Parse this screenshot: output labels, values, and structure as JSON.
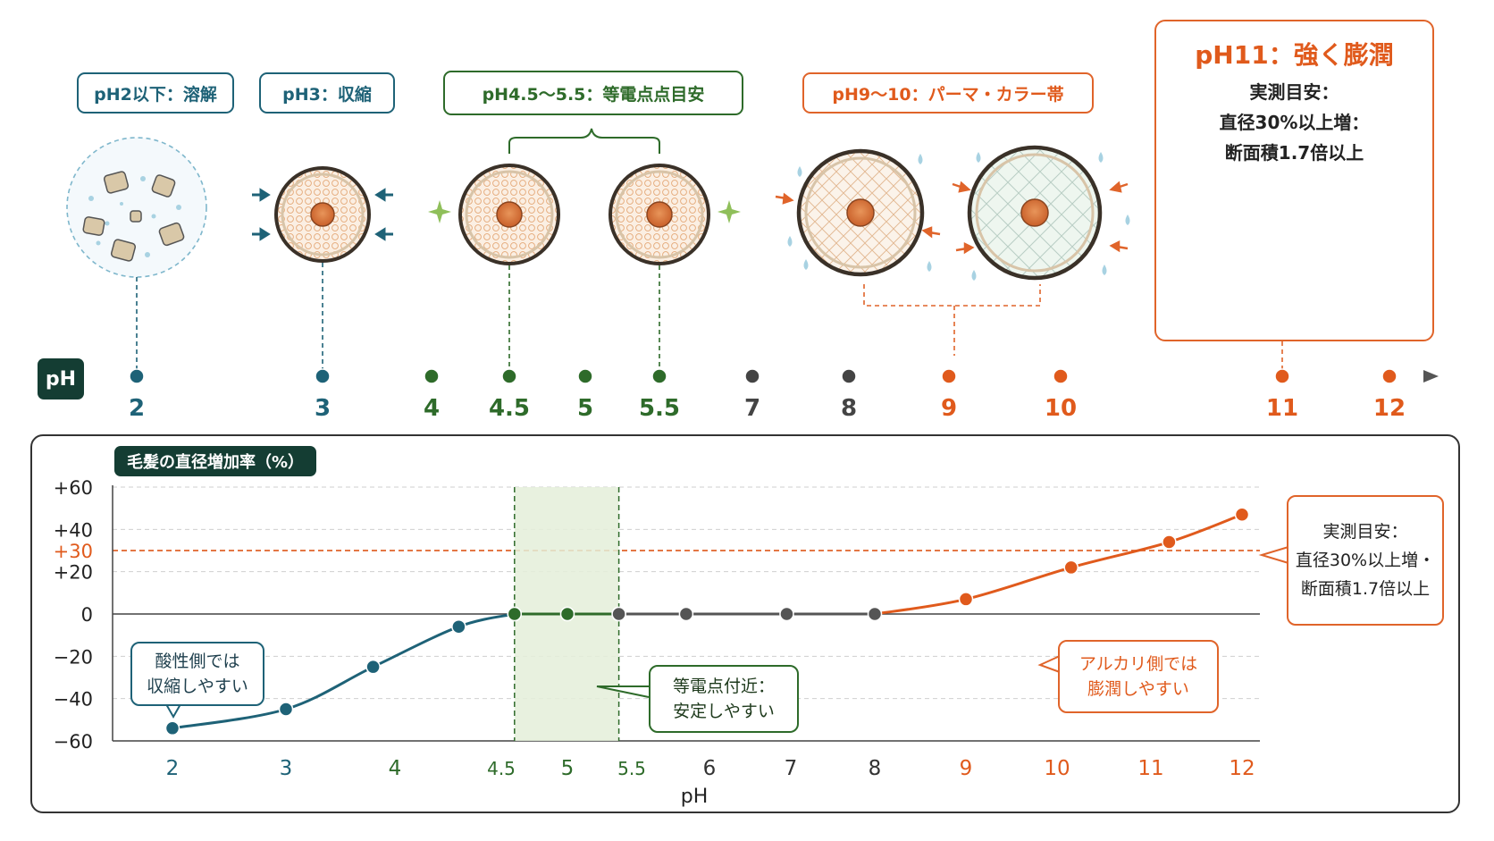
{
  "labels": {
    "ph2": "pH2以下：溶解",
    "ph3": "pH3：収縮",
    "ph45_55": "pH4.5～5.5：等電点点目安",
    "ph9_10": "pH9～10：パーマ・カラー帯"
  },
  "ph11_box": {
    "title": "pH11：強く膨潤",
    "lines": [
      "実測目安：",
      "直径30%以上増：",
      "断面積1.7倍以上"
    ]
  },
  "ph_axis": {
    "badge": "pH",
    "ticks": [
      {
        "label": "2",
        "color": "#1e6277"
      },
      {
        "label": "3",
        "color": "#1e6277"
      },
      {
        "label": "4",
        "color": "#2e6b2a"
      },
      {
        "label": "4.5",
        "color": "#2e6b2a"
      },
      {
        "label": "5",
        "color": "#2e6b2a"
      },
      {
        "label": "5.5",
        "color": "#2e6b2a"
      },
      {
        "label": "7",
        "color": "#444444"
      },
      {
        "label": "8",
        "color": "#444444"
      },
      {
        "label": "9",
        "color": "#e05a1c"
      },
      {
        "label": "10",
        "color": "#e05a1c"
      },
      {
        "label": "11",
        "color": "#e05a1c"
      },
      {
        "label": "12",
        "color": "#e05a1c"
      }
    ]
  },
  "chart_data": {
    "type": "line",
    "title": "毛髪の直径増加率（%）",
    "xlabel": "pH",
    "ylabel": "",
    "ylim": [
      -60,
      60
    ],
    "y_ticks": [
      "+60",
      "+40",
      "+30",
      "+20",
      "0",
      "−20",
      "−40",
      "−60"
    ],
    "x_ticks": [
      "2",
      "3",
      "4",
      "4.5",
      "5",
      "5.5",
      "6",
      "7",
      "8",
      "9",
      "10",
      "11",
      "12"
    ],
    "series": [
      {
        "color": "#1e6277",
        "points": [
          {
            "x": 2,
            "y": -54
          },
          {
            "x": 3,
            "y": -45
          },
          {
            "x": 3.8,
            "y": -25
          },
          {
            "x": 4.3,
            "y": -6
          },
          {
            "x": 4.6,
            "y": 0
          }
        ]
      },
      {
        "color": "#2e6b2a",
        "points": [
          {
            "x": 4.6,
            "y": 0
          },
          {
            "x": 5,
            "y": 0
          },
          {
            "x": 5.4,
            "y": 0
          }
        ]
      },
      {
        "color": "#555555",
        "points": [
          {
            "x": 5.4,
            "y": 0
          },
          {
            "x": 5.85,
            "y": 0
          },
          {
            "x": 6.95,
            "y": 0
          },
          {
            "x": 8,
            "y": 0
          }
        ]
      },
      {
        "color": "#e05a1c",
        "points": [
          {
            "x": 8,
            "y": 0
          },
          {
            "x": 9,
            "y": 7
          },
          {
            "x": 10.15,
            "y": 22
          },
          {
            "x": 11.2,
            "y": 34
          },
          {
            "x": 12,
            "y": 47
          }
        ]
      }
    ],
    "reference_line": {
      "y": 30,
      "color": "#e0642a"
    },
    "shaded_band": {
      "x_from": 4.6,
      "x_to": 5.4,
      "color": "#e4efd9"
    }
  },
  "notes": {
    "acid": [
      "酸性側では",
      "収縮しやすい"
    ],
    "iso": [
      "等電点付近：",
      "安定しやすい"
    ],
    "alkali": [
      "アルカリ側では",
      "膨潤しやすい"
    ],
    "measure": [
      "実測目安：",
      "直径30%以上増・",
      "断面積1.7倍以上"
    ]
  },
  "colors": {
    "teal": "#1e6277",
    "green": "#2e6b2a",
    "orange": "#e05a1c",
    "dark_badge": "#143d33"
  }
}
